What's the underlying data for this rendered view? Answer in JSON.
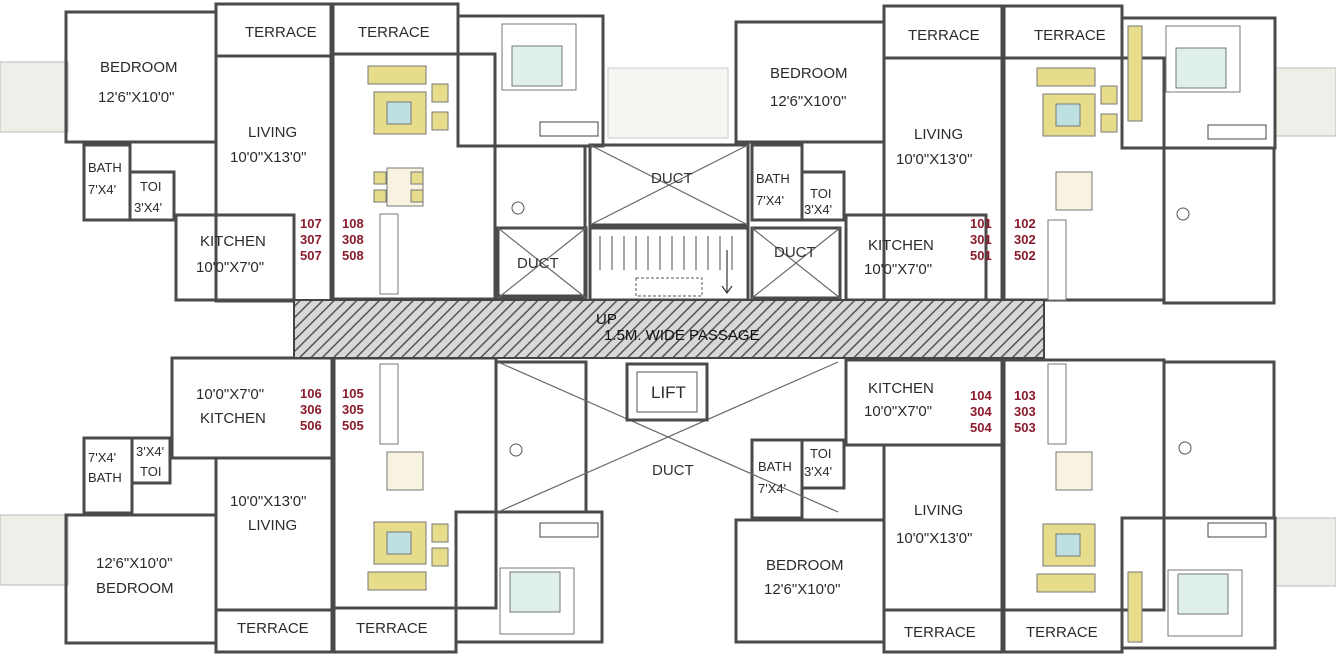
{
  "colors": {
    "blue_room": "#c9d3e2",
    "cream_room": "#f3eed8",
    "terrace": "#d9dde4",
    "passage_hatch": "#555555",
    "unit_numbers": "#8b1c2c",
    "furniture": "#e6dc8c"
  },
  "passage": {
    "label_up": "UP",
    "label": "1.5M. WIDE PASSAGE"
  },
  "core": {
    "lift": "LIFT",
    "duct": "DUCT"
  },
  "unit_groups": [
    {
      "left": [
        "107",
        "307",
        "507"
      ],
      "right": [
        "108",
        "308",
        "508"
      ]
    },
    {
      "left": [
        "101",
        "301",
        "501"
      ],
      "right": [
        "102",
        "302",
        "502"
      ]
    },
    {
      "left": [
        "106",
        "306",
        "506"
      ],
      "right": [
        "105",
        "305",
        "505"
      ]
    },
    {
      "left": [
        "104",
        "304",
        "504"
      ],
      "right": [
        "103",
        "303",
        "503"
      ]
    }
  ],
  "rooms": {
    "terrace": "TERRACE",
    "bedroom": "BEDROOM",
    "bedroom_size_a": "12'6\"X10'0\"",
    "bedroom_size_b": "12'6\"X10'0\"",
    "living": "LIVING",
    "living_size_a": "10'0\"X13'0\"",
    "living_size_b": "10'0\"X13'0\"",
    "kitchen": "KITCHEN",
    "kitchen_size_a": "10'0\"X7'0\"",
    "kitchen_size_b": "10'0\"X7'0\"",
    "bath": "BATH",
    "bath_size_a": "7'X4'",
    "bath_size_b": "7'X4'",
    "toi": "TOI",
    "toi_size_a": "3'X4'",
    "toi_size_b": "3'X4'"
  }
}
